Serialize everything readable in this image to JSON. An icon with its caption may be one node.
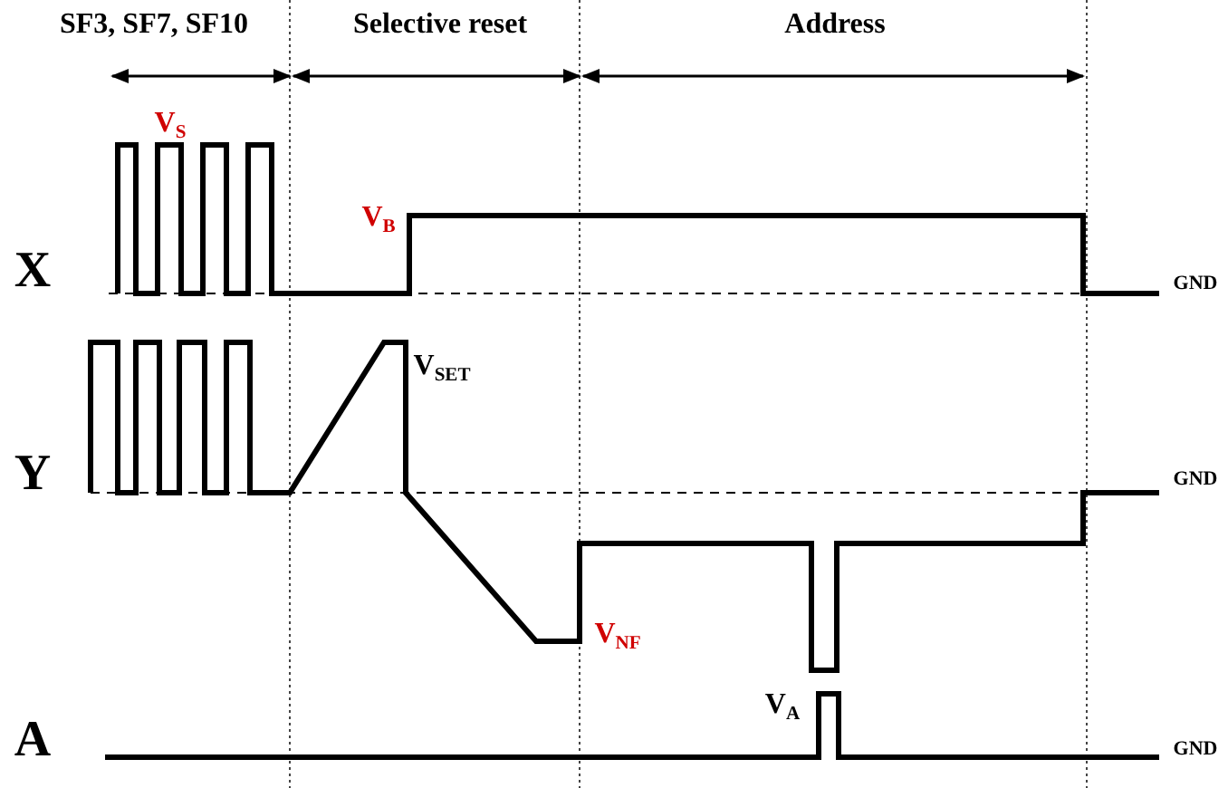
{
  "diagram": {
    "labels": [
      "SF3, SF7, SF10",
      "Selective reset",
      "Address",
      "V$_{S}$",
      "X",
      "V$_{B}$",
      "GND",
      "V$_{SET}$",
      "Y",
      "GND",
      "V$_{NF}$",
      "V$_{A}$",
      "A",
      "GND"
    ]
  }
}
